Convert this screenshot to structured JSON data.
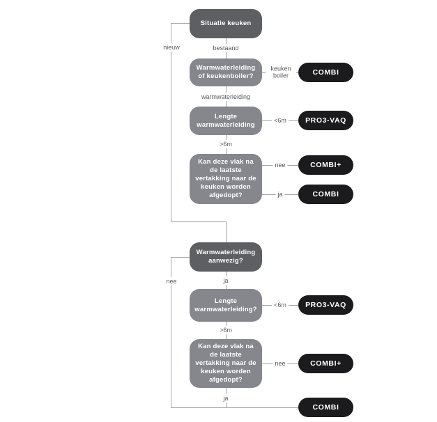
{
  "colors": {
    "box_dark": "#5d5f63",
    "box_medium": "#85878c",
    "pill_black": "#1b1b1d",
    "connector_gray": "#a3a4a6",
    "label_text": "#57585c"
  },
  "boxes": [
    {
      "id": "situatie-keuken",
      "label": "Situatie keuken",
      "variant": "dark"
    },
    {
      "id": "warmwaterleiding-of-keukenboiler",
      "label": "Warmwaterleiding of keukenboiler?",
      "variant": "medium"
    },
    {
      "id": "lengte-warmwaterleiding-1",
      "label": "Lengte warmwaterleiding",
      "variant": "medium"
    },
    {
      "id": "kan-deze-vlak-afgedopt-1",
      "label": "Kan deze vlak na de laatste vertakking naar de keuken worden afgedopt?",
      "variant": "medium"
    },
    {
      "id": "warmwaterleiding-aanwezig",
      "label": "Warmwaterleiding aanwezig?",
      "variant": "dark"
    },
    {
      "id": "lengte-warmwaterleiding-2",
      "label": "Lengte warmwaterleiding?",
      "variant": "medium"
    },
    {
      "id": "kan-deze-vlak-afgedopt-2",
      "label": "Kan deze vlak na de laatste vertakking naar de keuken worden afgedopt?",
      "variant": "medium"
    }
  ],
  "results": [
    {
      "id": "combi-1",
      "label": "COMBI"
    },
    {
      "id": "pro3-vaq-1",
      "label": "PRO3-VAQ"
    },
    {
      "id": "combi-plus-1",
      "label": "COMBI+"
    },
    {
      "id": "combi-2",
      "label": "COMBI"
    },
    {
      "id": "pro3-vaq-2",
      "label": "PRO3-VAQ"
    },
    {
      "id": "combi-plus-2",
      "label": "COMBI+"
    },
    {
      "id": "combi-3",
      "label": "COMBI"
    }
  ],
  "edge_labels": {
    "nieuw": "nieuw",
    "bestaand": "bestaand",
    "keuken_boiler": "keuken boiler",
    "warmwaterleiding": "warmwaterleiding",
    "lt6m_1": "<6m",
    "gt6m_1": ">6m",
    "nee_1": "nee",
    "ja_1": "ja",
    "nee_2": "nee",
    "ja_2": "ja",
    "lt6m_2": "<6m",
    "gt6m_2": ">6m",
    "nee_3": "nee",
    "ja_3": "ja"
  }
}
